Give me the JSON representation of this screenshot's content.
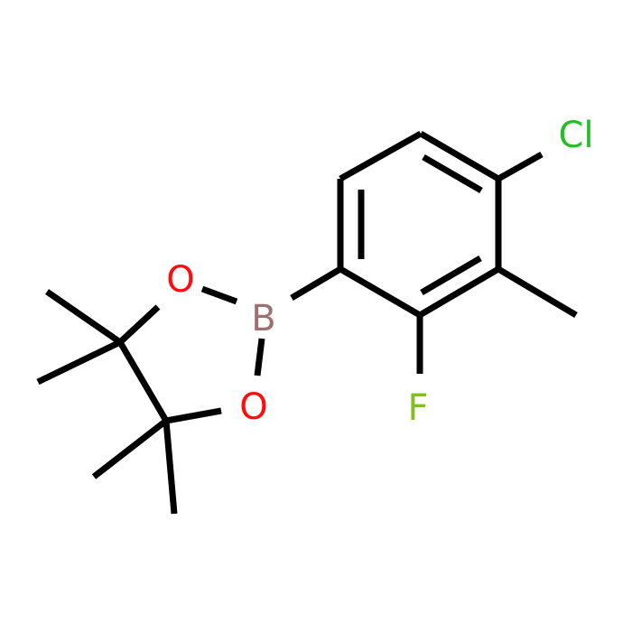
{
  "structure": {
    "atoms": [
      {
        "id": "Cl",
        "label": "Cl",
        "color": "#1fc01f"
      },
      {
        "id": "F",
        "label": "F",
        "color": "#7fbf1f"
      },
      {
        "id": "B",
        "label": "B",
        "color": "#a07070"
      },
      {
        "id": "O1",
        "label": "O",
        "color": "#ff0d0d"
      },
      {
        "id": "O2",
        "label": "O",
        "color": "#ff0d0d"
      }
    ],
    "bond_color": "#000000"
  }
}
